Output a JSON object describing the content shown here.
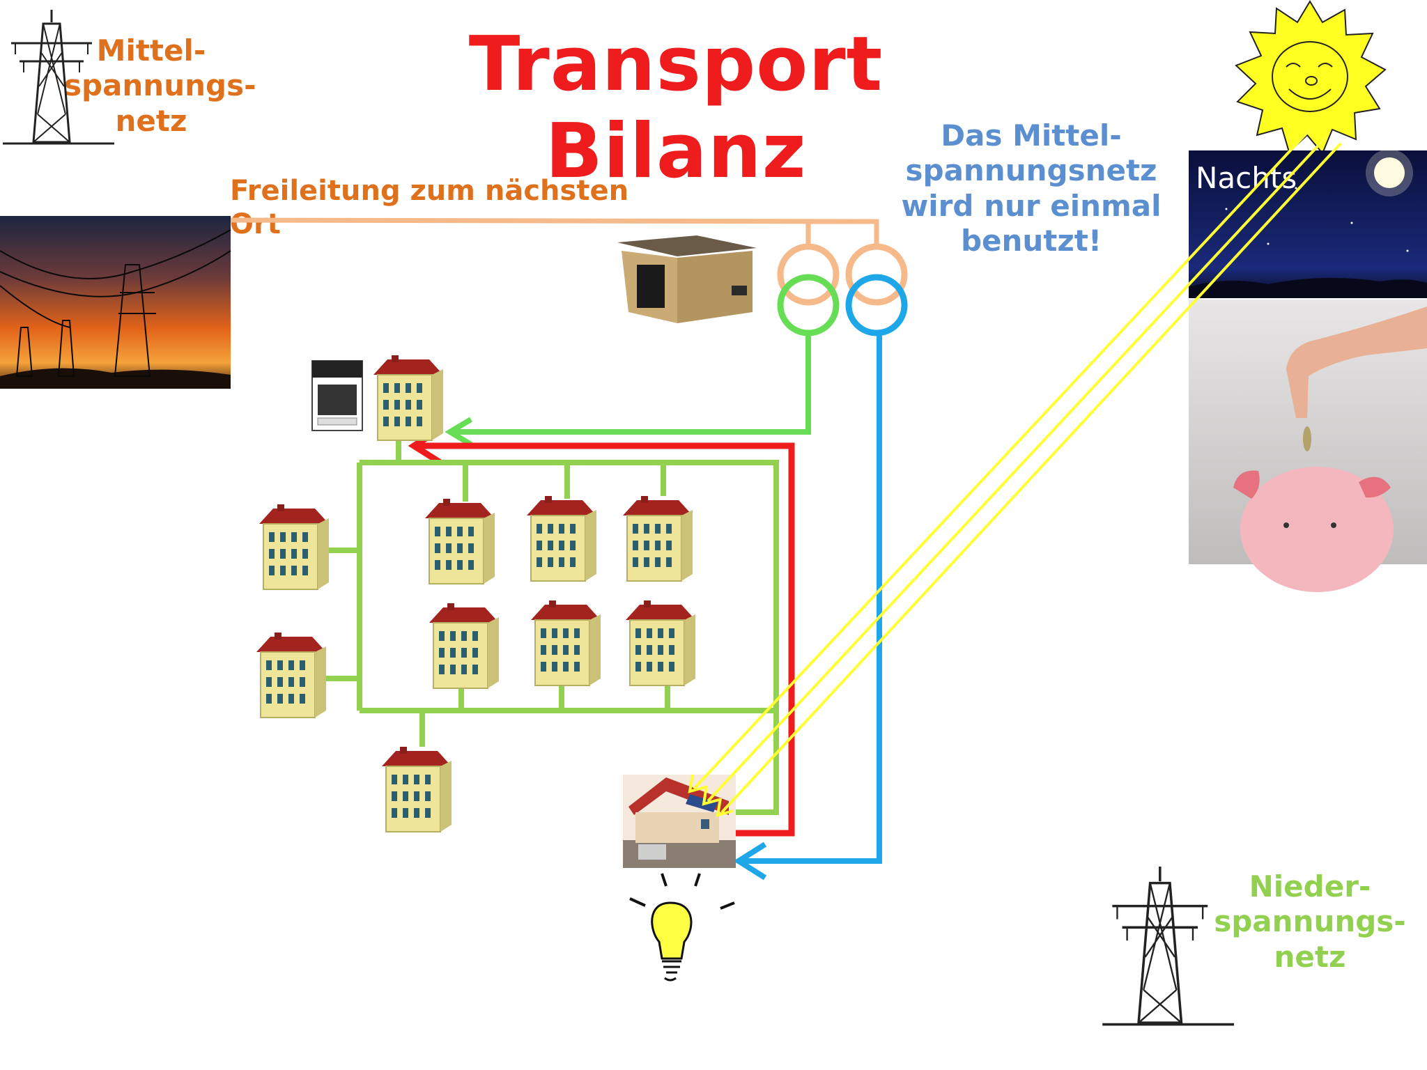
{
  "title": "Transport Bilanz",
  "labels": {
    "mittelspannung": [
      "Mittel-",
      "spannungs-",
      "netz"
    ],
    "niederspannung": [
      "Nieder-",
      "spannungs-",
      "netz"
    ],
    "freileitung": "Freileitung zum nächsten Ort",
    "note": [
      "Das Mittel-",
      "spannungsnetz",
      "wird nur einmal",
      "benutzt!"
    ],
    "nachts": "Nachts"
  },
  "icons": {
    "pylon_top": "power-pylon-icon",
    "pylon_bottom": "power-pylon-icon",
    "sun": "sun-icon",
    "moon": "moon-icon",
    "piggy_bank": "piggy-bank-icon",
    "stove": "stove-icon",
    "substation": "transformer-station-icon",
    "house_solar": "solar-house-icon",
    "bulb": "light-bulb-icon"
  },
  "colors": {
    "title": "#ee1c1c",
    "medium_voltage": "#e0711c",
    "medium_voltage_line": "#f5b98a",
    "low_voltage": "#92d050",
    "green_loop": "#66dd55",
    "blue_loop": "#1ea7e8",
    "red_arrow": "#ee1c1c",
    "sun_ray": "#ffff33",
    "note": "#5b8fd0"
  }
}
